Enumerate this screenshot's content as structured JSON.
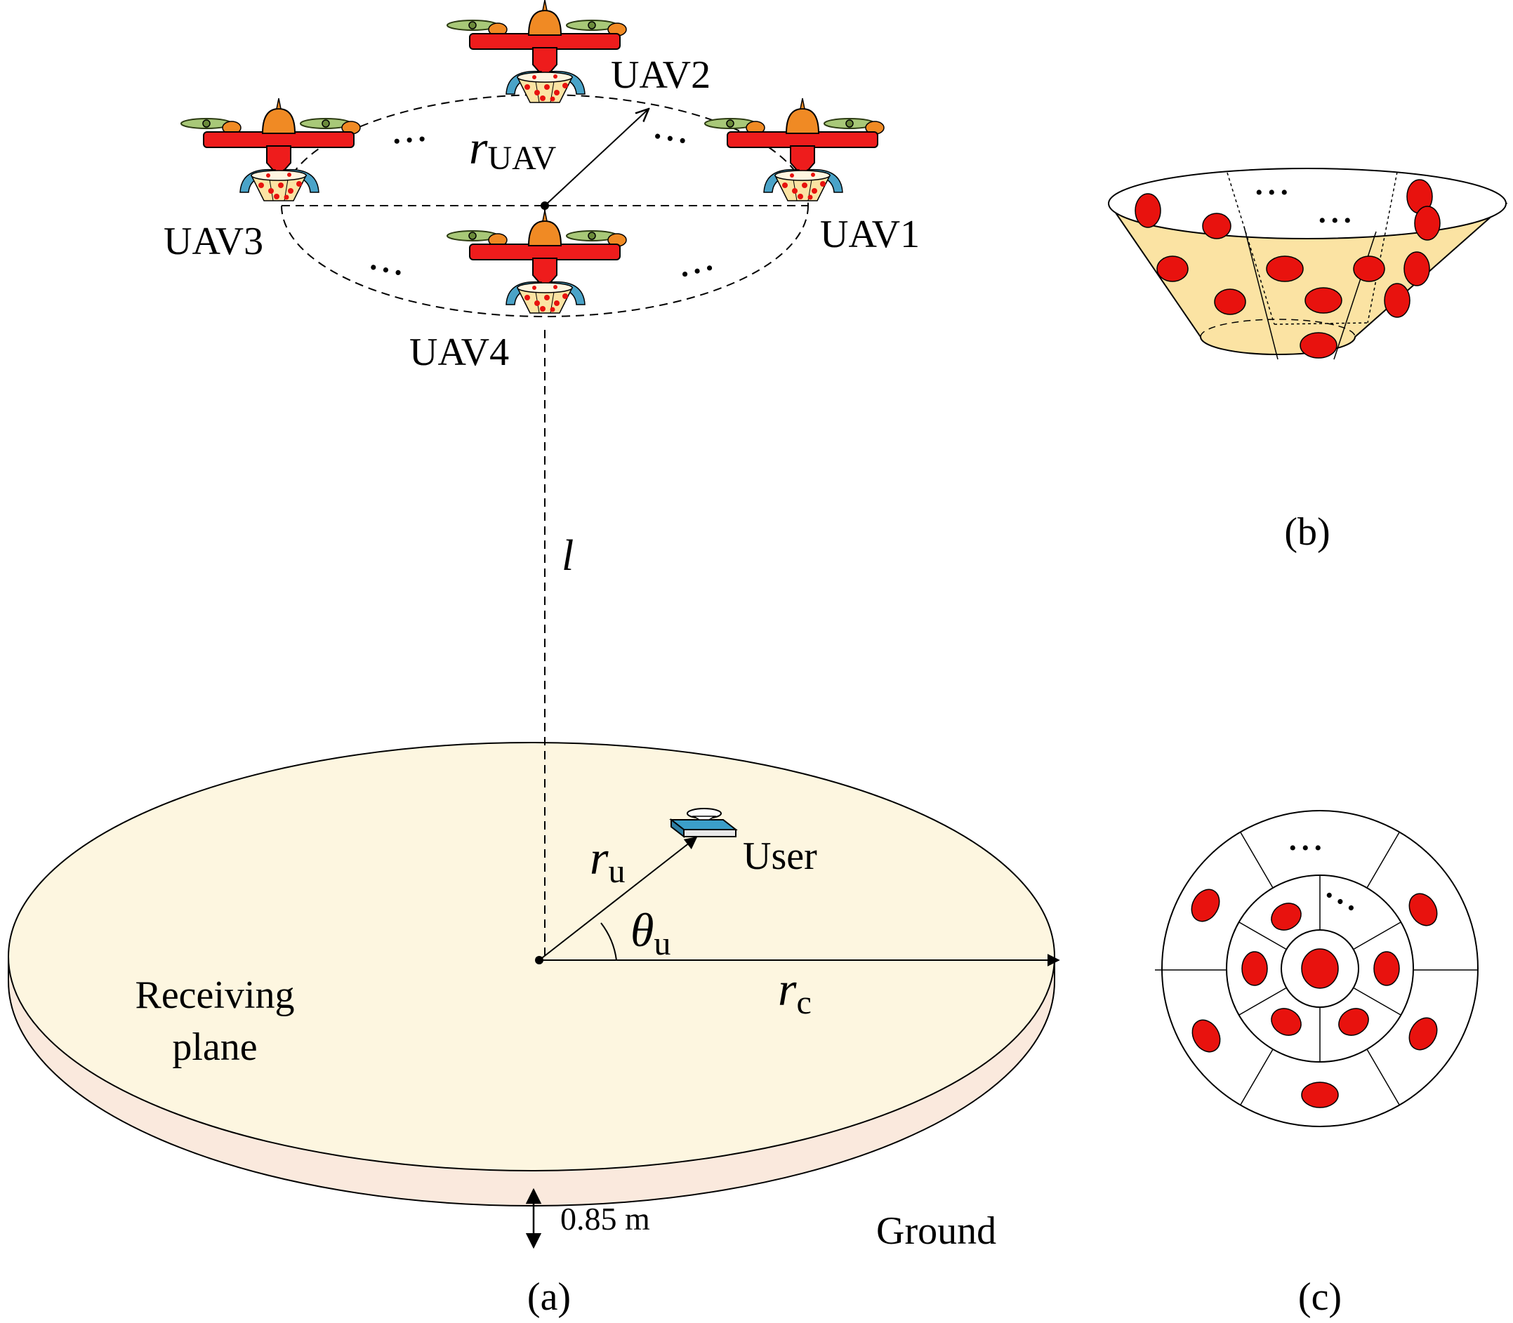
{
  "uavs": [
    {
      "label": "UAV1"
    },
    {
      "label": "UAV2"
    },
    {
      "label": "UAV3"
    },
    {
      "label": "UAV4"
    }
  ],
  "symbols": {
    "r_uav_main": "r",
    "r_uav_sub": "UAV",
    "height": "l",
    "r_u_main": "r",
    "r_u_sub": "u",
    "theta_main": "θ",
    "theta_sub": "u",
    "r_c_main": "r",
    "r_c_sub": "c",
    "ellipsis": "• • •"
  },
  "labels": {
    "user": "User",
    "receiving_line1": "Receiving",
    "receiving_line2": "plane",
    "ground": "Ground",
    "thickness": "0.85 m"
  },
  "captions": {
    "a": "(a)",
    "b": "(b)",
    "c": "(c)"
  },
  "colors": {
    "drone_body": "#ee1c1c",
    "drone_cap": "#f08a24",
    "propeller": "#a8c878",
    "basket_arm": "#4aa3c8",
    "basket": "#fbe3a3",
    "led": "#e8120e",
    "receiving_plane": "#fdf6e0",
    "ground_side": "#fae9dd",
    "user_device": "#3b9ec9"
  }
}
